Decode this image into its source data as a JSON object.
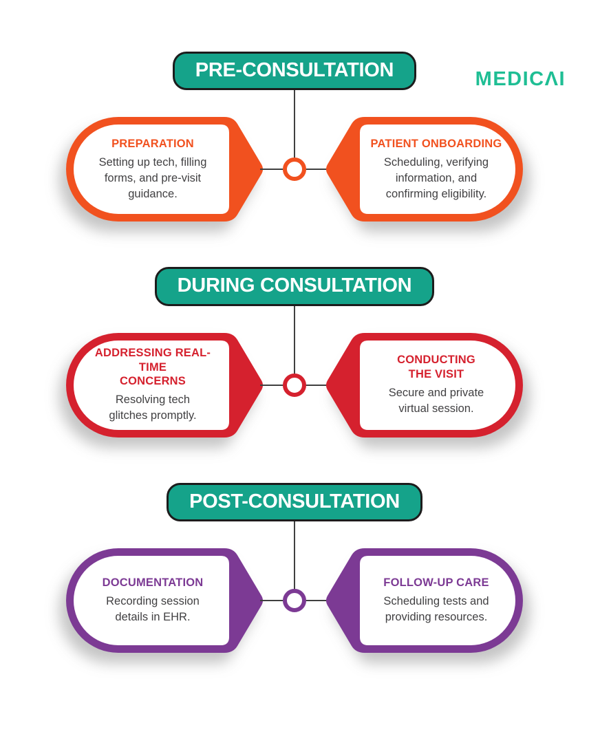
{
  "logo": {
    "text": "MEDICΛI",
    "color": "#1FBE94"
  },
  "theme": {
    "background": "#FFFFFF",
    "header_fill": "#15A38A",
    "header_text": "#FFFFFF",
    "header_border": "#1C1C1C",
    "line_color": "#3F3F3F",
    "body_text_color": "#414042"
  },
  "sections": [
    {
      "title": "PRE-CONSULTATION",
      "accent": "#F1511F",
      "left": {
        "heading": "PREPARATION",
        "body": "Setting up tech, filling\nforms, and pre-visit\nguidance."
      },
      "right": {
        "heading": "PATIENT ONBOARDING",
        "body": "Scheduling, verifying\ninformation, and\nconfirming eligibility."
      }
    },
    {
      "title": "DURING CONSULTATION",
      "accent": "#D5212E",
      "left": {
        "heading": "ADDRESSING REAL-TIME\nCONCERNS",
        "body": "Resolving tech\nglitches promptly."
      },
      "right": {
        "heading": "CONDUCTING\nTHE VISIT",
        "body": "Secure and private\nvirtual session."
      }
    },
    {
      "title": "POST-CONSULTATION",
      "accent": "#7C3A94",
      "left": {
        "heading": "DOCUMENTATION",
        "body": "Recording session\ndetails in EHR."
      },
      "right": {
        "heading": "FOLLOW-UP CARE",
        "body": "Scheduling tests and\nproviding resources."
      }
    }
  ]
}
